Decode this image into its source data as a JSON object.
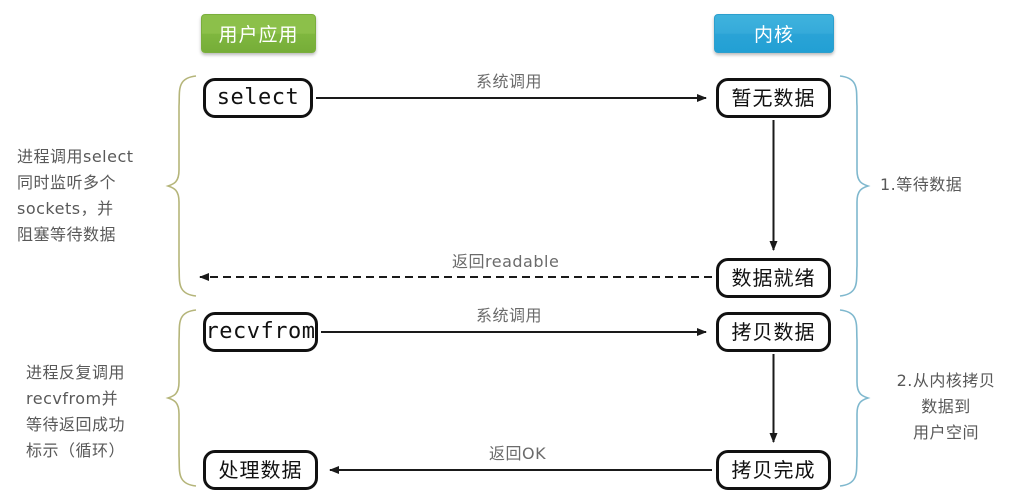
{
  "diagram": {
    "title_lanes": {
      "user_app": "用户应用",
      "kernel": "内核"
    },
    "nodes": {
      "select": "select",
      "no_data": "暂无数据",
      "data_ready": "数据就绪",
      "recvfrom": "recvfrom",
      "copying_data": "拷贝数据",
      "process_data": "处理数据",
      "copy_done": "拷贝完成"
    },
    "edges": {
      "syscall_1": "系统调用",
      "return_readable": "返回readable",
      "syscall_2": "系统调用",
      "return_ok": "返回OK"
    },
    "annotations": {
      "left_top": "进程调用select\n同时监听多个\nsockets，并\n阻塞等待数据",
      "left_bottom": "进程反复调用\nrecvfrom并\n等待返回成功\n标示（循环）",
      "right_top": "1.等待数据",
      "right_bottom": "2.从内核拷贝\n数据到\n用户空间"
    },
    "colors": {
      "user_app_green": "#8cc04a",
      "kernel_blue": "#2aa3d6",
      "node_stroke": "#111111",
      "left_brace_olive": "#b5b57a",
      "right_brace_blue": "#7fb8ce",
      "edge_gray": "#6b6b6b",
      "arrow_black": "#1a1a1a"
    }
  }
}
